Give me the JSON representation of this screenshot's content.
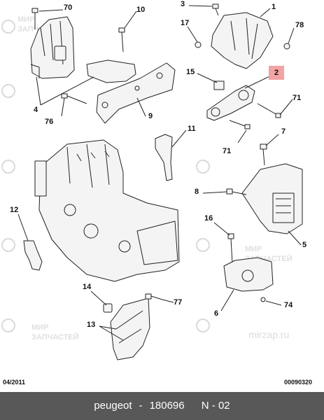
{
  "footer": {
    "brand": "peugeot",
    "separator": "-",
    "part_number": "180696",
    "page": "N - 02"
  },
  "corners": {
    "date": "04/2011",
    "doc_number": "00090320"
  },
  "watermark": {
    "line1": "МИР",
    "line2": "ЗАПЧАСТЕЙ",
    "site": "mirzap.ru"
  },
  "callouts": {
    "c70": "70",
    "c10": "10",
    "c3": "3",
    "c1": "1",
    "c17": "17",
    "c78": "78",
    "c2": "2",
    "c15": "15",
    "c71a": "71",
    "c71b": "71",
    "c4": "4",
    "c9": "9",
    "c76": "76",
    "c11": "11",
    "c7": "7",
    "c8": "8",
    "c12": "12",
    "c16": "16",
    "c5": "5",
    "c14": "14",
    "c77": "77",
    "c13": "13",
    "c6": "6",
    "c74": "74"
  },
  "colors": {
    "highlight": "#f2a3a3",
    "footer_bg": "#585858",
    "line": "#222222",
    "part_fill": "#f4f4f4"
  }
}
